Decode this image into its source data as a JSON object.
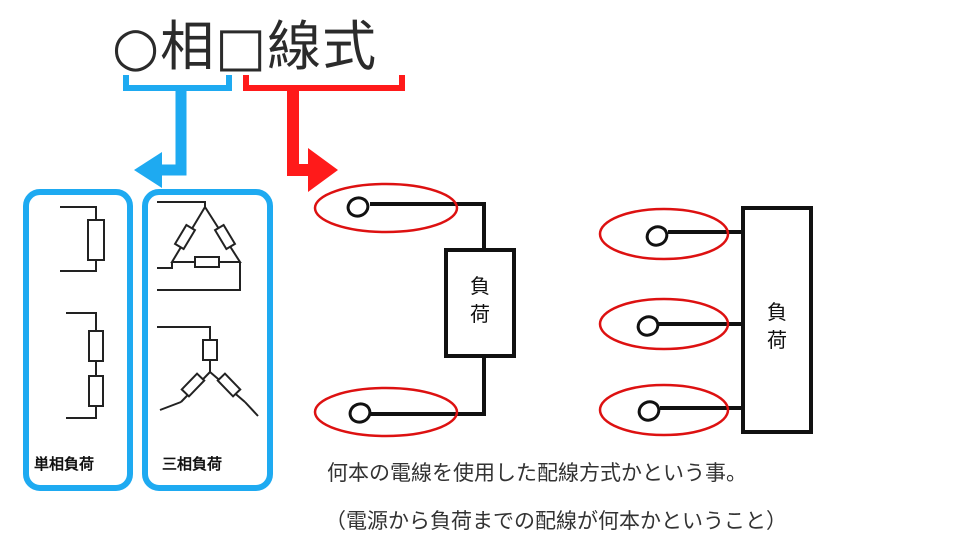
{
  "title": "○相□線式",
  "phase_bracket_color": "#1eaaf1",
  "wire_bracket_color": "#ff0000",
  "ellipse_color": "#dd1111",
  "single_phase_label": "単相負荷",
  "three_phase_label": "三相負荷",
  "load_label_2wire": [
    "負",
    "荷"
  ],
  "load_label_3wire": [
    "負",
    "荷"
  ],
  "note_line1": "何本の電線を使用した配線方式かという事。",
  "note_line2": "（電源から負荷までの配線が何本かということ）"
}
